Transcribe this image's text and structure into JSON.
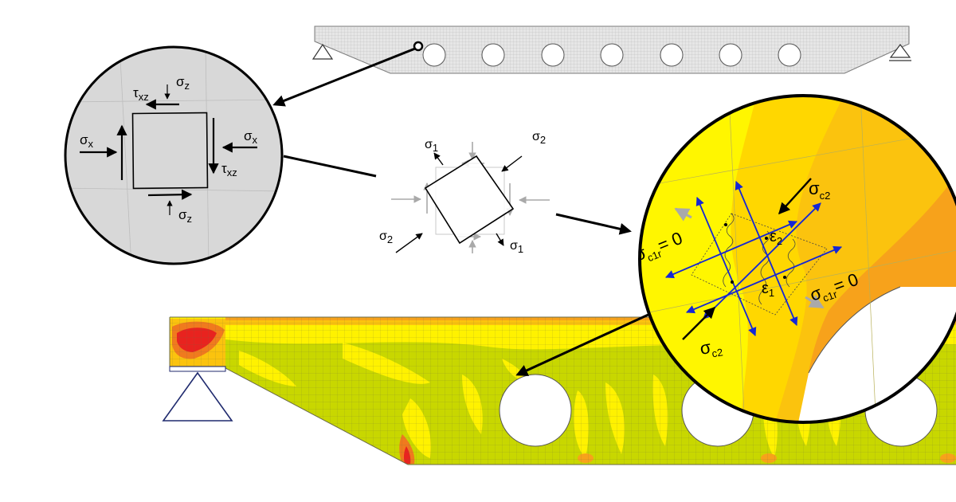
{
  "labels": {
    "stress_element": {
      "tau_xz_top": {
        "main": "τ",
        "sub": "xz"
      },
      "tau_xz_right": {
        "main": "τ",
        "sub": "xz"
      },
      "sigma_z_top": {
        "main": "σ",
        "sub": "z"
      },
      "sigma_z_bottom": {
        "main": "σ",
        "sub": "z"
      },
      "sigma_x_left": {
        "main": "σ",
        "sub": "x"
      },
      "sigma_x_right": {
        "main": "σ",
        "sub": "x"
      }
    },
    "principal_element": {
      "sigma1_top": {
        "main": "σ",
        "sub": "1"
      },
      "sigma2_top": {
        "main": "σ",
        "sub": "2"
      },
      "sigma2_bottom": {
        "main": "σ",
        "sub": "2"
      },
      "sigma1_bottom": {
        "main": "σ",
        "sub": "1"
      }
    },
    "crack_detail": {
      "sigma_c2_top": {
        "main": "σ",
        "sub": "c2"
      },
      "sigma_c2_bottom": {
        "main": "σ",
        "sub": "c2"
      },
      "sigma_c1r_left": {
        "main": "σ",
        "sub": "c1r",
        "suffix": "= 0"
      },
      "sigma_c1r_right": {
        "main": "σ",
        "sub": "c1r",
        "suffix": "= 0"
      },
      "eps2": {
        "main": "ε",
        "sub": "2"
      },
      "eps1": {
        "main": "ε",
        "sub": "1"
      }
    }
  },
  "colors": {
    "mesh_gray": "#d9d9d9",
    "contour_green": "#c8d700",
    "contour_yellow": "#fff200",
    "contour_orange": "#f7a21b",
    "contour_red": "#e8231f",
    "crack_yellow": "#ffe600",
    "crack_orange": "#f5a800",
    "axis_blue": "#1426d6",
    "support_navy": "#1f2a6e"
  }
}
